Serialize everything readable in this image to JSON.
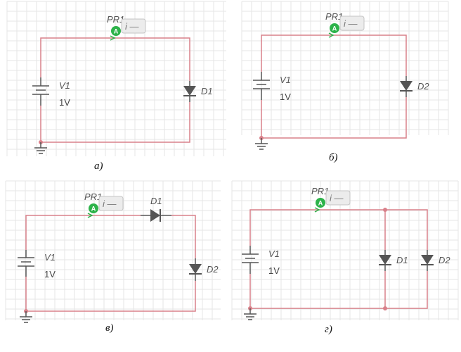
{
  "panels": [
    {
      "id": "a",
      "caption": "a)",
      "probe": {
        "label": "PR1",
        "badge": "A",
        "readout": "i —"
      },
      "source": {
        "label": "V1",
        "value": "1V"
      },
      "diodes": [
        {
          "label": "D1"
        }
      ]
    },
    {
      "id": "b",
      "caption": "б)",
      "probe": {
        "label": "PR1",
        "badge": "A",
        "readout": "i —"
      },
      "source": {
        "label": "V1",
        "value": "1V"
      },
      "diodes": [
        {
          "label": "D2"
        }
      ]
    },
    {
      "id": "v",
      "caption": "в)",
      "probe": {
        "label": "PR1",
        "badge": "A",
        "readout": "i —"
      },
      "source": {
        "label": "V1",
        "value": "1V"
      },
      "diodes": [
        {
          "label": "D1"
        },
        {
          "label": "D2"
        }
      ]
    },
    {
      "id": "g",
      "caption": "г)",
      "probe": {
        "label": "PR1",
        "badge": "A",
        "readout": "i —"
      },
      "source": {
        "label": "V1",
        "value": "1V"
      },
      "diodes": [
        {
          "label": "D1"
        },
        {
          "label": "D2"
        }
      ]
    }
  ],
  "colors": {
    "wire": "#d9808a",
    "component": "#555555",
    "probe_badge": "#2db34a",
    "grid": "#e6e6e6"
  }
}
